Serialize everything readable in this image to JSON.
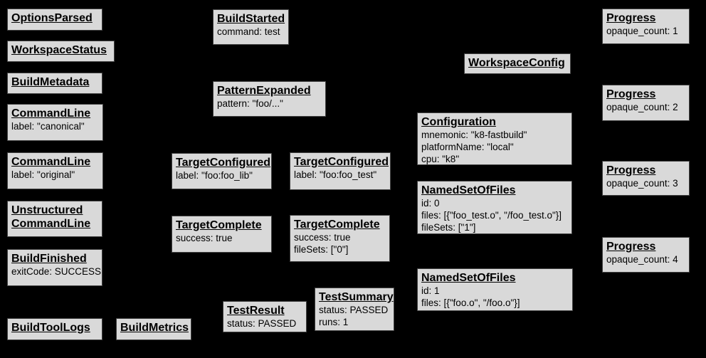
{
  "canvas": {
    "background": "#000000"
  },
  "node_style": {
    "fill": "#d9d9d9",
    "border": "#434343",
    "text": "#000000"
  },
  "nodes": [
    {
      "id": "options-parsed",
      "title": "OptionsParsed",
      "lines": []
    },
    {
      "id": "workspace-status",
      "title": "WorkspaceStatus",
      "lines": []
    },
    {
      "id": "build-metadata",
      "title": "BuildMetadata",
      "lines": []
    },
    {
      "id": "command-line-canonical",
      "title": "CommandLine",
      "lines": [
        "label: \"canonical\""
      ]
    },
    {
      "id": "command-line-original",
      "title": "CommandLine",
      "lines": [
        "label: \"original\""
      ]
    },
    {
      "id": "unstructured-command-line",
      "title": "Unstructured\nCommandLine",
      "lines": []
    },
    {
      "id": "build-finished",
      "title": "BuildFinished",
      "lines": [
        "exitCode: SUCCESS"
      ]
    },
    {
      "id": "build-tool-logs",
      "title": "BuildToolLogs",
      "lines": []
    },
    {
      "id": "build-metrics",
      "title": "BuildMetrics",
      "lines": []
    },
    {
      "id": "build-started",
      "title": "BuildStarted",
      "lines": [
        "command: test"
      ]
    },
    {
      "id": "pattern-expanded",
      "title": "PatternExpanded",
      "lines": [
        "pattern: \"foo/...\""
      ]
    },
    {
      "id": "target-configured-foo-lib",
      "title": "TargetConfigured",
      "lines": [
        "label: \"foo:foo_lib\""
      ]
    },
    {
      "id": "target-configured-foo-test",
      "title": "TargetConfigured",
      "lines": [
        "label: \"foo:foo_test\""
      ]
    },
    {
      "id": "target-complete-lib",
      "title": "TargetComplete",
      "lines": [
        "success: true"
      ]
    },
    {
      "id": "target-complete-test",
      "title": "TargetComplete",
      "lines": [
        "success: true",
        "fileSets: [\"0\"]"
      ]
    },
    {
      "id": "test-result",
      "title": "TestResult",
      "lines": [
        "status: PASSED"
      ]
    },
    {
      "id": "test-summary",
      "title": "TestSummary",
      "lines": [
        "status: PASSED",
        "runs: 1"
      ]
    },
    {
      "id": "workspace-config",
      "title": "WorkspaceConfig",
      "lines": []
    },
    {
      "id": "configuration",
      "title": "Configuration",
      "lines": [
        "mnemonic: \"k8-fastbuild\"",
        "platformName: \"local\"",
        "cpu: \"k8\""
      ]
    },
    {
      "id": "named-set-of-files-0",
      "title": "NamedSetOfFiles",
      "lines": [
        "id: 0",
        "files: [{\"foo_test.o\", \"/foo_test.o\"}]",
        "fileSets: [\"1\"]"
      ]
    },
    {
      "id": "named-set-of-files-1",
      "title": "NamedSetOfFiles",
      "lines": [
        "id: 1",
        "files: [{\"foo.o\", \"/foo.o\"}]"
      ]
    },
    {
      "id": "progress-1",
      "title": "Progress",
      "lines": [
        "opaque_count: 1"
      ]
    },
    {
      "id": "progress-2",
      "title": "Progress",
      "lines": [
        "opaque_count: 2"
      ]
    },
    {
      "id": "progress-3",
      "title": "Progress",
      "lines": [
        "opaque_count: 3"
      ]
    },
    {
      "id": "progress-4",
      "title": "Progress",
      "lines": [
        "opaque_count: 4"
      ]
    }
  ]
}
